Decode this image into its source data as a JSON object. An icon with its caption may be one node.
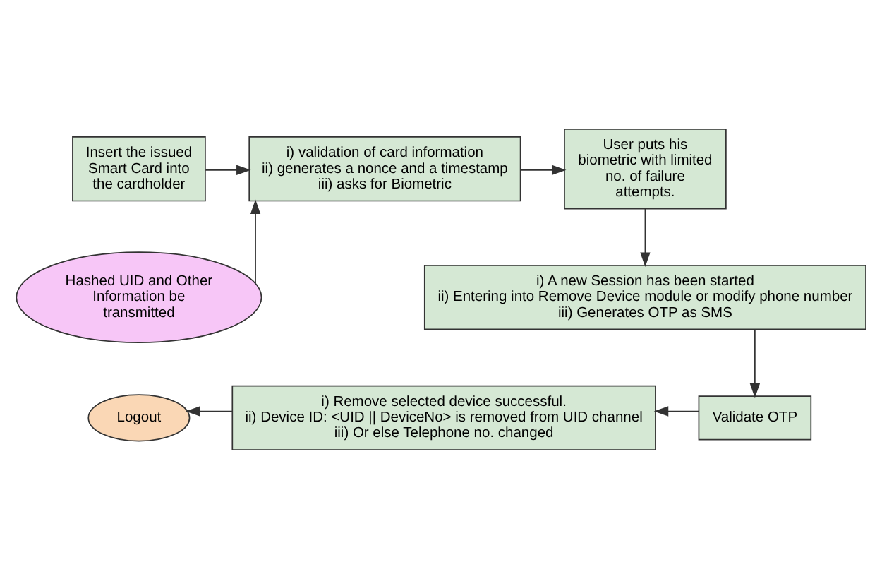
{
  "diagram": {
    "nodes": [
      {
        "text": [
          "Insert the issued Smart Card into the cardholder"
        ]
      },
      {
        "text": [
          "i) validation of card information ii) generates a nonce and a timestamp iii) asks for Biometric"
        ]
      },
      {
        "text": [
          "User puts his biometric with limited no. of failure attempts."
        ]
      },
      {
        "text": [
          "Hashed UID and Other Information be transmitted"
        ]
      },
      {
        "text": [
          "i) A new Session has been started ii) Entering into Remove Device module or modify phone number iii) Generates OTP as SMS"
        ]
      },
      {
        "text": [
          "Validate OTP"
        ]
      },
      {
        "text": [
          "i) Remove selected device successful. ii) Device ID: <UID || DeviceNo> is removed from UID channel iii) Or else Telephone no. changed"
        ]
      },
      {
        "text": [
          "Logout"
        ]
      }
    ],
    "edges": [
      {
        "from": 0,
        "to": 1,
        "arrow": "to"
      },
      {
        "from": 3,
        "to": 1,
        "arrow": "to"
      },
      {
        "from": 1,
        "to": 2,
        "arrow": "to"
      },
      {
        "from": 2,
        "to": 4,
        "arrow": "to"
      },
      {
        "from": 4,
        "to": 5,
        "arrow": "to"
      },
      {
        "from": 5,
        "to": 6,
        "arrow": "to"
      },
      {
        "from": 6,
        "to": 7,
        "arrow": "to"
      }
    ]
  }
}
